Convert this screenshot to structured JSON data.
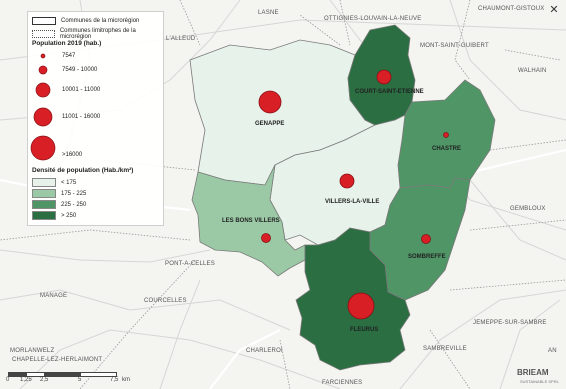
{
  "legend": {
    "boundary_micro": "Communes de la microrégion",
    "boundary_neighbor": "Communes limitrophes de la microrégion",
    "population_title": "Population 2019 (hab.)",
    "population_classes": [
      "7547",
      "7549 - 10000",
      "10001 - 11000",
      "11001 - 16000",
      ">16000"
    ],
    "density_title": "Densité de population (Hab./km²)",
    "density_classes": [
      "< 175",
      "175 - 225",
      "225 - 250",
      "> 250"
    ],
    "density_colors": [
      "#e7f3ea",
      "#9bc9a6",
      "#4f9566",
      "#2b6e42"
    ]
  },
  "communes": [
    {
      "name": "GENAPPE",
      "density_class": 0
    },
    {
      "name": "COURT-SAINT-ETIENNE",
      "density_class": 3
    },
    {
      "name": "CHASTRE",
      "density_class": 2
    },
    {
      "name": "VILLERS-LA-VILLE",
      "density_class": 0
    },
    {
      "name": "LES BONS VILLERS",
      "density_class": 1
    },
    {
      "name": "SOMBREFFE",
      "density_class": 2
    },
    {
      "name": "FLEURUS",
      "density_class": 3
    }
  ],
  "places": [
    "LASNE",
    "OTTIGNIES-LOUVAIN-LA-NEUVE",
    "CHAUMONT-GISTOUX",
    "L'ALLEUD",
    "MONT-SAINT-GUIBERT",
    "WALHAIN",
    "GEMBLOUX",
    "PONT-A-CELLES",
    "MANAGE",
    "COURCELLES",
    "CHARLEROI",
    "JEMEPPE-SUR-SAMBRE",
    "SAMBREVILLE",
    "MORLANWELZ",
    "CHAPELLE-LEZ-HERLAIMONT",
    "FARCIENNES",
    "AN"
  ],
  "scale": {
    "ticks": [
      "0",
      "1,25",
      "2,5",
      "5",
      "7,5"
    ],
    "unit": "km"
  },
  "logo": {
    "name": "BRIEAM",
    "sub": "SUSTAINABLE SPRL"
  }
}
